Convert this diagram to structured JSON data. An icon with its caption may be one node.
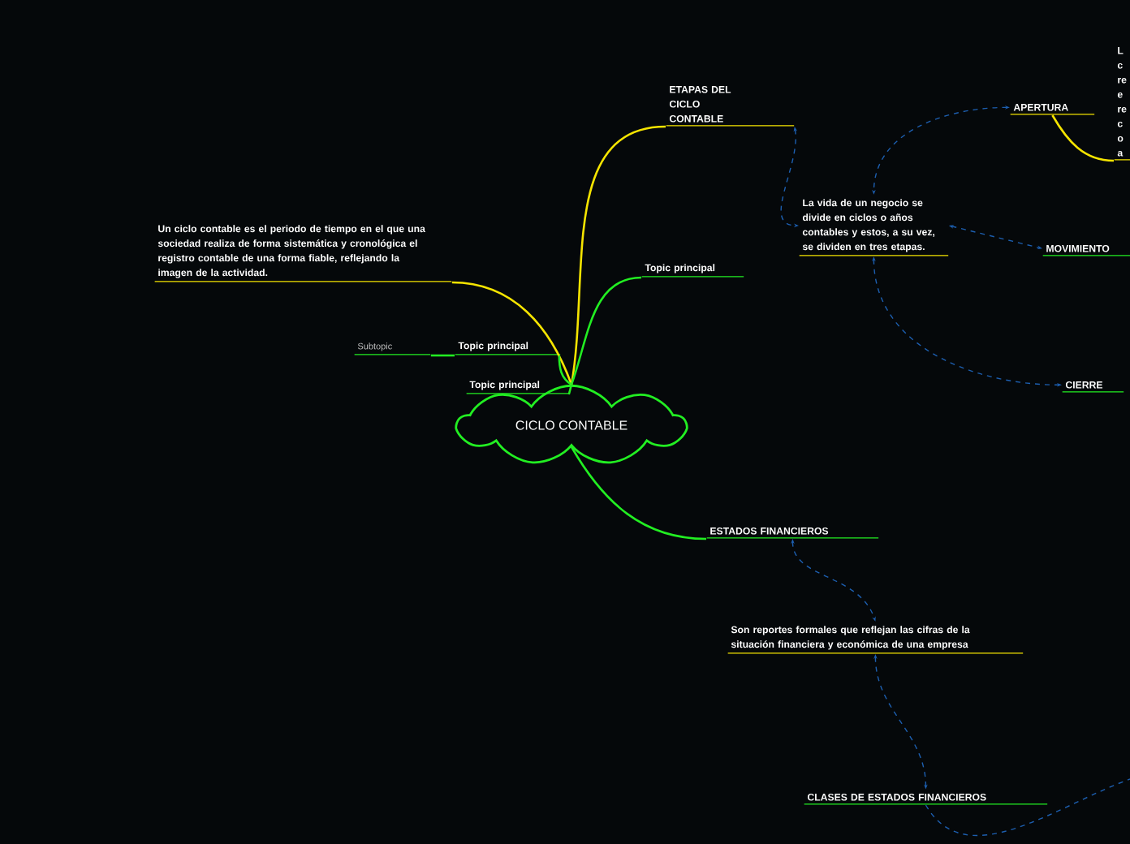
{
  "diagram": {
    "nodes": [
      {
        "text": [
          "CICLO CONTABLE"
        ]
      },
      {
        "text": [
          "Un ciclo contable es el periodo de tiempo en el que una sociedad realiza de forma sistemática y cronológica el registro contable de una forma fiable, reflejando la imagen de la actividad."
        ]
      },
      {
        "text": [
          "Topic principal"
        ]
      },
      {
        "text": [
          "Subtopic"
        ]
      },
      {
        "text": [
          "Topic principal"
        ]
      },
      {
        "text": [
          "ETAPAS DEL CICLO CONTABLE"
        ]
      },
      {
        "text": [
          "Topic principal"
        ]
      },
      {
        "text": [
          "La vida de un negocio se divide en ciclos o años contables y estos, a su vez, se dividen en tres etapas."
        ]
      },
      {
        "text": [
          "APERTURA"
        ]
      },
      {
        "text": [
          "L c re e re c o a"
        ]
      },
      {
        "text": [
          "MOVIMIENTO"
        ]
      },
      {
        "text": [
          "CIERRE"
        ]
      },
      {
        "text": [
          "ESTADOS FINANCIEROS"
        ]
      },
      {
        "text": [
          "Son reportes formales que reflejan las cifras de la situación financiera y económica de una empresa"
        ]
      },
      {
        "text": [
          "CLASES DE ESTADOS FINANCIEROS"
        ]
      }
    ],
    "edges": [
      {
        "from": 0,
        "to": 1,
        "arrow": "none",
        "color": "#f5e400"
      },
      {
        "from": 0,
        "to": 2,
        "arrow": "none",
        "color": "#22ee22"
      },
      {
        "from": 2,
        "to": 3,
        "arrow": "none",
        "color": "#22ee22"
      },
      {
        "from": 0,
        "to": 4,
        "arrow": "none",
        "color": "#22ee22"
      },
      {
        "from": 0,
        "to": 5,
        "arrow": "none",
        "color": "#f5e400"
      },
      {
        "from": 0,
        "to": 6,
        "arrow": "none",
        "color": "#22ee22"
      },
      {
        "from": 0,
        "to": 12,
        "arrow": "none",
        "color": "#22ee22"
      },
      {
        "from": 8,
        "to": 9,
        "arrow": "none",
        "color": "#f5e400"
      },
      {
        "from": 5,
        "to": 7,
        "arrow": "both",
        "style": "dashed",
        "color": "#1d5fb0"
      },
      {
        "from": 8,
        "to": 7,
        "arrow": "both",
        "style": "dashed",
        "color": "#1d5fb0"
      },
      {
        "from": 7,
        "to": 10,
        "arrow": "both",
        "style": "dashed",
        "color": "#1d5fb0"
      },
      {
        "from": 7,
        "to": 11,
        "arrow": "both",
        "style": "dashed",
        "color": "#1d5fb0"
      },
      {
        "from": 12,
        "to": 13,
        "arrow": "both",
        "style": "dashed",
        "color": "#1d5fb0"
      },
      {
        "from": 13,
        "to": 14,
        "arrow": "both",
        "style": "dashed",
        "color": "#1d5fb0"
      },
      {
        "from": 14,
        "to": null,
        "arrow": "none",
        "style": "dashed",
        "color": "#1d5fb0"
      }
    ]
  }
}
